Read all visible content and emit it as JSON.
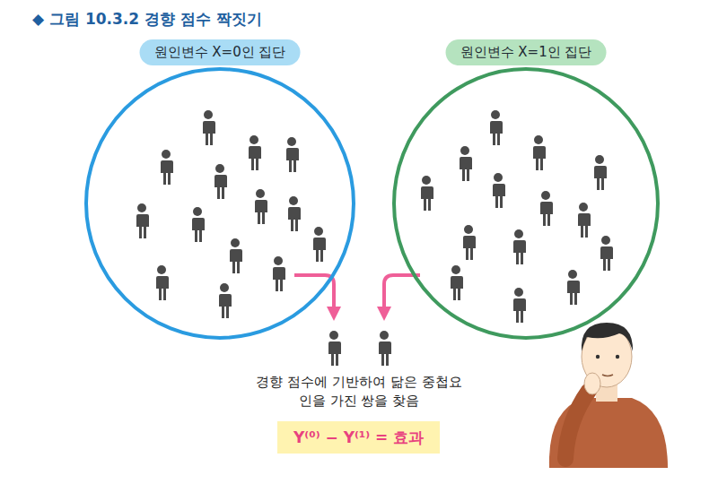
{
  "diagram": {
    "title": "◆ 그림 10.3.2 경향 점수 짝짓기",
    "nodes": [
      {
        "text": [
          "원인변수 X=0인 집단"
        ]
      },
      {
        "text": [
          "원인변수 X=1인 집단"
        ]
      },
      {
        "text": [
          "Y⁽⁰⁾ − Y⁽¹⁾ = 효과"
        ]
      }
    ],
    "labels": [
      "경향 점수에 기반하여 닮은 중첩요인을 가진 쌍을 찾음"
    ]
  }
}
